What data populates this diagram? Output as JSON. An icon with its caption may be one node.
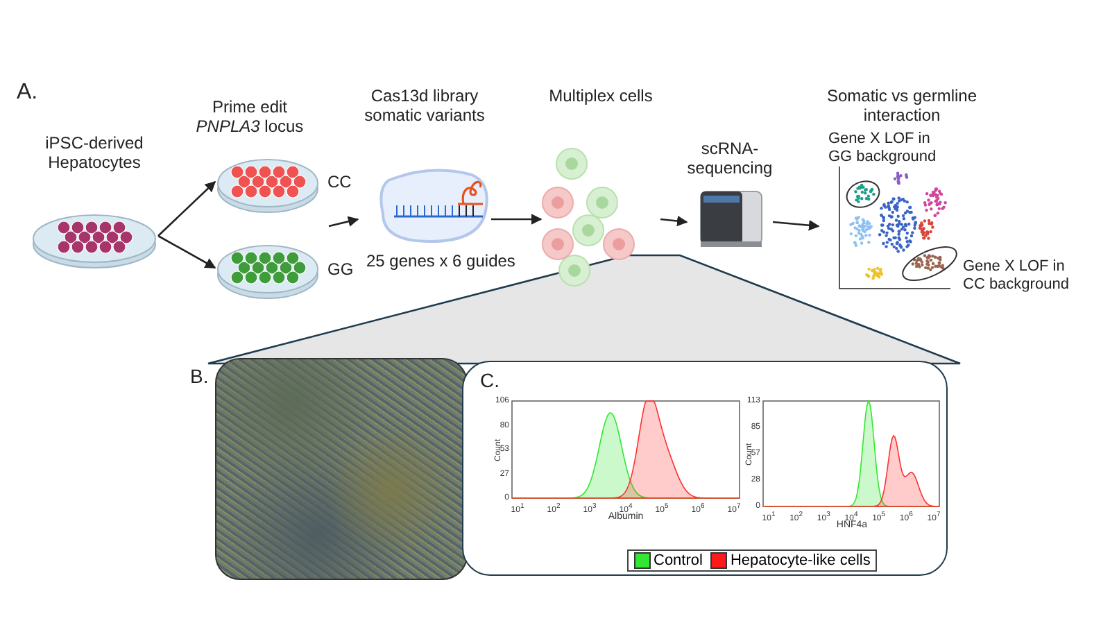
{
  "diagram": {
    "nodes": [
      {
        "text": [
          "iPSC-derived Hepatocytes"
        ]
      },
      {
        "text": [],
        "shape": "picture",
        "beside": [
          "CC"
        ]
      },
      {
        "text": [],
        "shape": "picture",
        "beside": [
          "GG"
        ]
      },
      {
        "text": [
          "Cas13d library somatic variants"
        ],
        "beside": [
          "25 genes x 6 guides"
        ]
      },
      {
        "text": [
          "Multiplex cells"
        ]
      },
      {
        "text": [
          "scRNA- sequencing"
        ]
      },
      {
        "text": [
          "Somatic vs germline interaction",
          "Gene X LOF in GG background",
          "Gene X LOF in CC background"
        ]
      },
      {
        "text": [
          "B."
        ]
      },
      {
        "text": [
          "C."
        ]
      }
    ],
    "edges": [
      {
        "from": 0,
        "to": 1,
        "arrow": "to"
      },
      {
        "from": 0,
        "to": 2,
        "arrow": "to"
      },
      {
        "from": null,
        "to": 3,
        "arrow": "to"
      },
      {
        "from": 3,
        "to": 4,
        "arrow": "to"
      },
      {
        "from": 4,
        "to": 5,
        "arrow": "to"
      },
      {
        "from": 5,
        "to": 6,
        "arrow": "to"
      }
    ],
    "labels": [
      "A.",
      "Prime edit *PNPLA3* locus",
      "Count",
      "0",
      "27",
      "53",
      "80",
      "106",
      "10$^{1}$",
      "10$^{2}$",
      "10$^{3}$",
      "10$^{4}$",
      "10$^{5}$",
      "10$^{6}$",
      "10$^{7}$",
      "Albumin",
      "Count",
      "0",
      "28",
      "57",
      "85",
      "113",
      "10$^{1}$",
      "10$^{2}$",
      "10$^{3}$",
      "10$^{4}$",
      "10$^{5}$",
      "10$^{6}$",
      "10$^{7}$",
      "HNF4a"
    ],
    "legend": [
      {
        "text": "Control",
        "color": "#33e633"
      },
      {
        "text": "Hepatocyte-like cells",
        "color": "#ff1a1a"
      }
    ]
  }
}
